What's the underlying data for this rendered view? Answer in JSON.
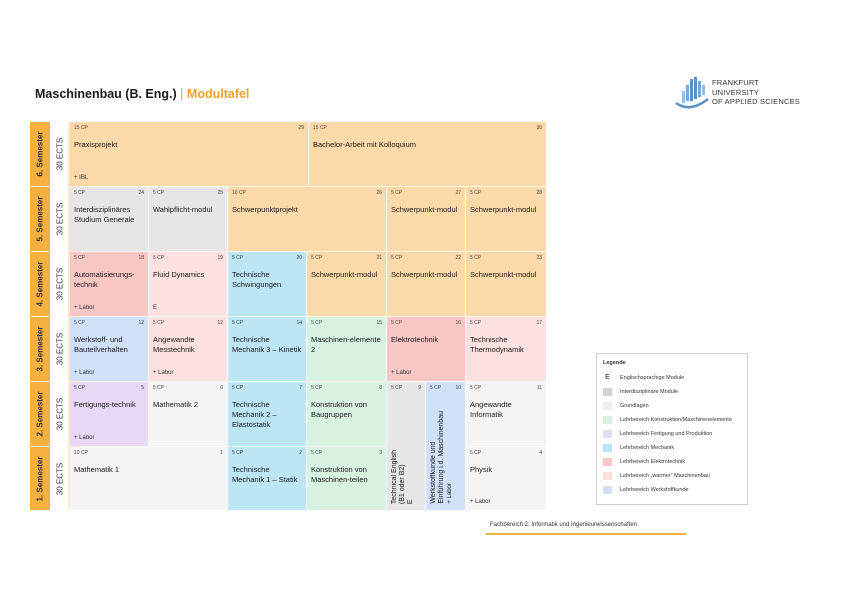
{
  "header": {
    "title": "Maschinenbau (B. Eng.)",
    "separator": "|",
    "subtitle": "Modultafel"
  },
  "logo": {
    "line1": "FRANKFURT",
    "line2": "UNIVERSITY",
    "line3": "OF APPLIED SCIENCES"
  },
  "semesters": [
    {
      "label": "6. Semester",
      "ects": "30 ECTS"
    },
    {
      "label": "5. Semester",
      "ects": "30 ECTS"
    },
    {
      "label": "4. Semester",
      "ects": "30 ECTS"
    },
    {
      "label": "3. Semester",
      "ects": "30 ECTS"
    },
    {
      "label": "2. Semester",
      "ects": "30 ECTS"
    },
    {
      "label": "1. Semester",
      "ects": "30 ECTS"
    }
  ],
  "modules": {
    "m29": {
      "cp": "15 CP",
      "num": "29",
      "name": "Praxisprojekt",
      "note": "+ IBL"
    },
    "m30": {
      "cp": "15 CP",
      "num": "30",
      "name": "Bachelor-Arbeit mit Kolloquium"
    },
    "m24": {
      "cp": "5 CP",
      "num": "24",
      "name": "Interdisziplinäres Studium Generale"
    },
    "m25": {
      "cp": "5 CP",
      "num": "25",
      "name": "Wahlpflicht-modul"
    },
    "m26": {
      "cp": "10 CP",
      "num": "26",
      "name": "Schwerpunktprojekt"
    },
    "m27": {
      "cp": "5 CP",
      "num": "27",
      "name": "Schwerpunkt-modul"
    },
    "m28": {
      "cp": "5 CP",
      "num": "28",
      "name": "Schwerpunkt-modul"
    },
    "m18": {
      "cp": "5 CP",
      "num": "18",
      "name": "Automatisierungs-technik",
      "note": "+ Labor"
    },
    "m19": {
      "cp": "5 CP",
      "num": "19",
      "name": "Fluid Dynamics",
      "note": "E"
    },
    "m20": {
      "cp": "5 CP",
      "num": "20",
      "name": "Technische Schwingungen"
    },
    "m21": {
      "cp": "5 CP",
      "num": "21",
      "name": "Schwerpunkt-modul"
    },
    "m22": {
      "cp": "5 CP",
      "num": "22",
      "name": "Schwerpunkt-modul"
    },
    "m23": {
      "cp": "5 CP",
      "num": "23",
      "name": "Schwerpunkt-modul"
    },
    "m12a": {
      "cp": "5 CP",
      "num": "12",
      "name": "Werkstoff- und Bauteilverhalten",
      "note": "+ Labor"
    },
    "m12b": {
      "cp": "5 CP",
      "num": "12",
      "name": "Angewandte Messtechnik",
      "note": "+ Labor"
    },
    "m14": {
      "cp": "5 CP",
      "num": "14",
      "name": "Technische Mechanik 3 – Kinetik"
    },
    "m15": {
      "cp": "5 CP",
      "num": "15",
      "name": "Maschinen-elemente 2"
    },
    "m16": {
      "cp": "5 CP",
      "num": "16",
      "name": "Elektrotechnik",
      "note": "+ Labor"
    },
    "m17": {
      "cp": "5 CP",
      "num": "17",
      "name": "Technische Thermodynamik"
    },
    "m5": {
      "cp": "5 CP",
      "num": "5",
      "name": "Fertigungs-technik",
      "note": "+ Labor"
    },
    "m6": {
      "cp": "5 CP",
      "num": "6",
      "name": "Mathematik 2"
    },
    "m7": {
      "cp": "5 CP",
      "num": "7",
      "name": "Technische Mechanik 2 – Elastostatik"
    },
    "m8": {
      "cp": "5 CP",
      "num": "8",
      "name": "Konstruktion von Baugruppen"
    },
    "m9": {
      "cp": "5 CP",
      "num": "9",
      "name": "Technical English",
      "sub": "(B1 oder B2)",
      "note": "E"
    },
    "m10": {
      "cp": "5 CP",
      "num": "10",
      "name": "Werkstoffkunde und",
      "sub": "Einführung i.d. Maschinenbau",
      "note": "+ Labor"
    },
    "m11": {
      "cp": "5 CP",
      "num": "11",
      "name": "Angewandte Informatik"
    },
    "m1": {
      "cp": "10 CP",
      "num": "1",
      "name": "Mathematik 1"
    },
    "m2": {
      "cp": "5 CP",
      "num": "2",
      "name": "Technische Mechanik 1 – Statik"
    },
    "m3": {
      "cp": "5 CP",
      "num": "3",
      "name": "Konstruktion von Maschinen-teilen"
    },
    "m4": {
      "cp": "5 CP",
      "num": "4",
      "name": "Physik",
      "note": "+ Labor"
    }
  },
  "legend": {
    "title": "Legende",
    "items": [
      {
        "swatch": "E",
        "label": "Englischsprachige Module",
        "color": "#ffffff"
      },
      {
        "swatch": "",
        "label": "Interdisziplinäre Module",
        "color": "#d4d4d4"
      },
      {
        "swatch": "",
        "label": "Grundlagen",
        "color": "#eeeeee"
      },
      {
        "swatch": "",
        "label": "Lehrbereich Konstruktion/Maschinenelemente",
        "color": "#d9f1e1"
      },
      {
        "swatch": "",
        "label": "Lehrbereich Fertigung und Produktion",
        "color": "#e7d9f5"
      },
      {
        "swatch": "",
        "label": "Lehrbereich Mechanik",
        "color": "#bde6f5"
      },
      {
        "swatch": "",
        "label": "Lehrbereich Elektrotechnik",
        "color": "#f8c7c5"
      },
      {
        "swatch": "",
        "label": "Lehrbereich „warmer“ Maschinenbau",
        "color": "#fde1e1"
      },
      {
        "swatch": "",
        "label": "Lehrbereich Werkstoffkunde",
        "color": "#cfe0f7"
      }
    ]
  },
  "footer": {
    "text": "Fachbereich 2: Informatik und Ingenieurwissenschaften"
  },
  "colors": {
    "accent": "#f5b040",
    "schwerpunkt": "#fcd9a8"
  }
}
